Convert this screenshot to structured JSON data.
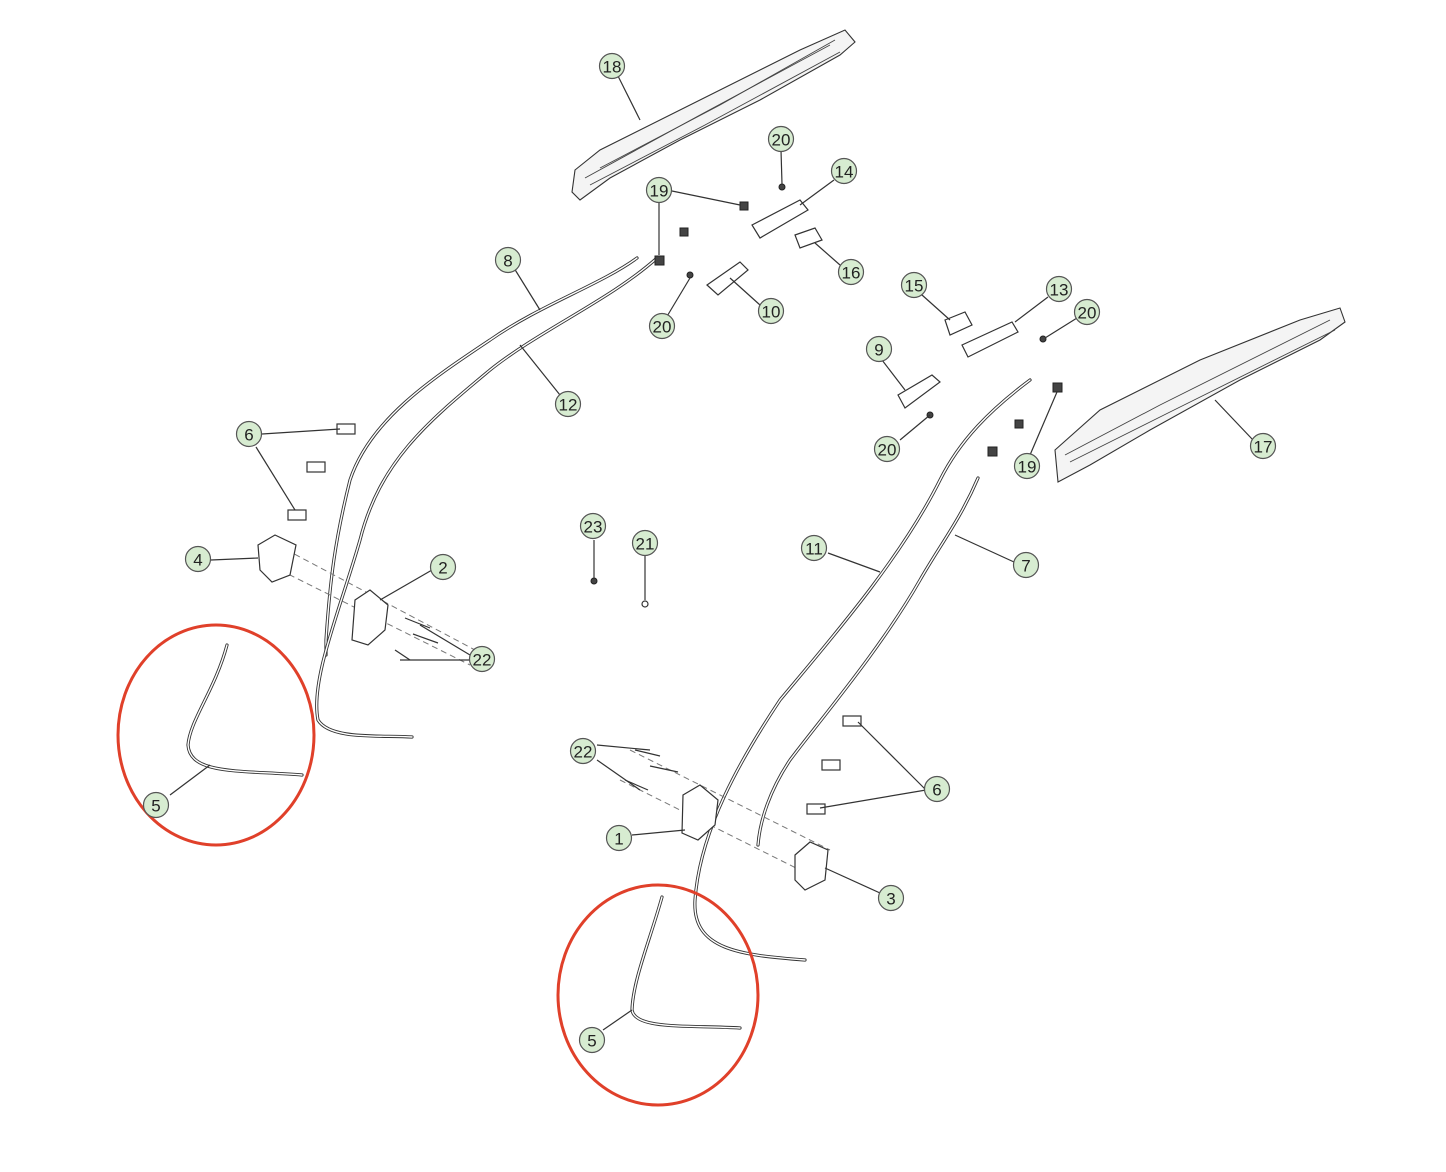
{
  "diagram": {
    "callouts": [
      {
        "id": "c18",
        "label": "18"
      },
      {
        "id": "c20a",
        "label": "20"
      },
      {
        "id": "c14",
        "label": "14"
      },
      {
        "id": "c19a",
        "label": "19"
      },
      {
        "id": "c8",
        "label": "8"
      },
      {
        "id": "c16",
        "label": "16"
      },
      {
        "id": "c10",
        "label": "10"
      },
      {
        "id": "c20b",
        "label": "20"
      },
      {
        "id": "c15",
        "label": "15"
      },
      {
        "id": "c13",
        "label": "13"
      },
      {
        "id": "c20c",
        "label": "20"
      },
      {
        "id": "c9",
        "label": "9"
      },
      {
        "id": "c12",
        "label": "12"
      },
      {
        "id": "c17",
        "label": "17"
      },
      {
        "id": "c6a",
        "label": "6"
      },
      {
        "id": "c20d",
        "label": "20"
      },
      {
        "id": "c19b",
        "label": "19"
      },
      {
        "id": "c23",
        "label": "23"
      },
      {
        "id": "c21",
        "label": "21"
      },
      {
        "id": "c11",
        "label": "11"
      },
      {
        "id": "c4",
        "label": "4"
      },
      {
        "id": "c2",
        "label": "2"
      },
      {
        "id": "c7",
        "label": "7"
      },
      {
        "id": "c22a",
        "label": "22"
      },
      {
        "id": "c22b",
        "label": "22"
      },
      {
        "id": "c6b",
        "label": "6"
      },
      {
        "id": "c5a",
        "label": "5"
      },
      {
        "id": "c1",
        "label": "1"
      },
      {
        "id": "c3",
        "label": "3"
      },
      {
        "id": "c5b",
        "label": "5"
      }
    ],
    "highlight_color": "#e0402a",
    "callout_fill": "#d7ecd1"
  }
}
